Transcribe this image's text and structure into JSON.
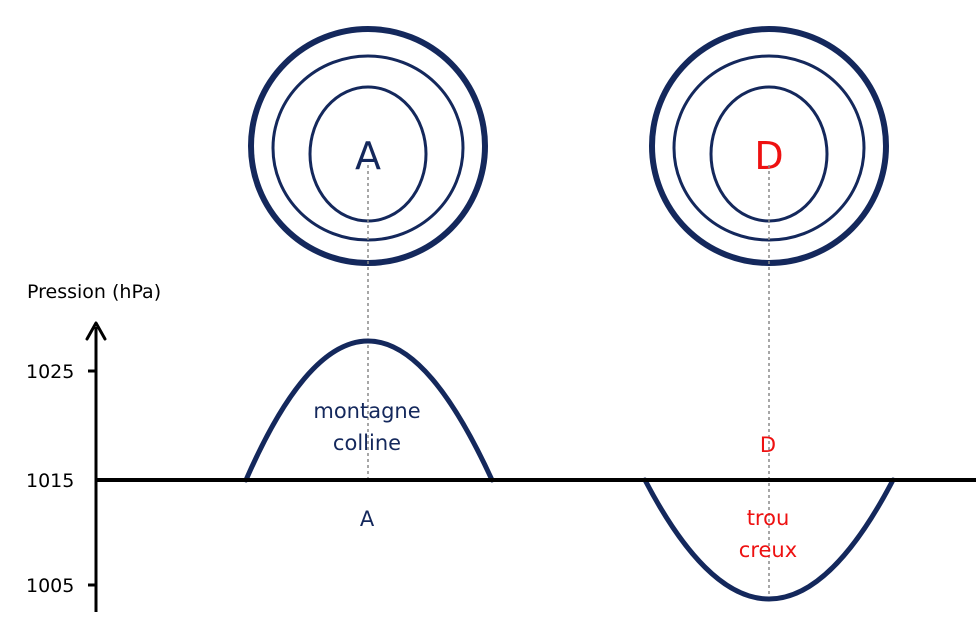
{
  "axis": {
    "title": "Pression (hPa)",
    "ticks": [
      "1025",
      "1015",
      "1005"
    ]
  },
  "anticyclone": {
    "symbol": "A",
    "curve_label_1": "montagne",
    "curve_label_2": "colline",
    "base_label": "A"
  },
  "depression": {
    "symbol": "D",
    "curve_label_top": "D",
    "curve_label_1": "trou",
    "curve_label_2": "creux"
  },
  "colors": {
    "navy": "#14285c",
    "red": "#ee1111",
    "black": "#000000",
    "dash": "#8a8a8a"
  }
}
